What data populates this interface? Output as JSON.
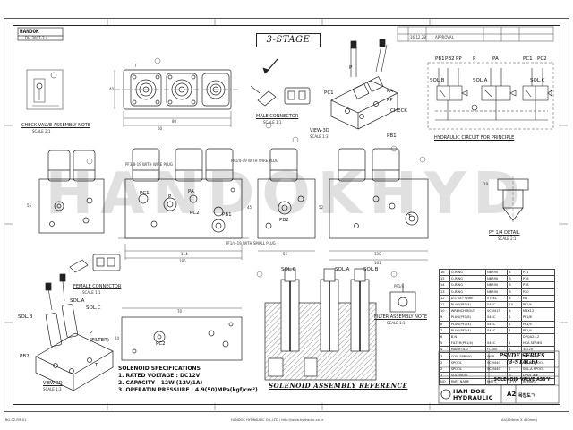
{
  "sheet_title": "3-STAGE",
  "watermark": "HANDOKHYD",
  "corner_logo": "HANDOK",
  "corner_sub": "DH 3007-3 4",
  "revision": {
    "date": "16.12.28",
    "note": "APPROVAL"
  },
  "views": {
    "check_valve_note": "CHECK VALVE ASSEMBLY NOTE",
    "check_valve_scale": "SCALE 2:1",
    "male_connector": "MALE CONNECTOR",
    "male_connector_scale": "SCALE 1:1",
    "view_3d_top": "VIEW-3D",
    "view_3d_top_scale": "SCALE 1:3",
    "female_connector": "FEMALE CONNECTOR",
    "female_connector_scale": "SCALE 1:1",
    "view_3d_bottom": "VIEW-3D",
    "view_3d_bottom_scale": "SCALE 1:3",
    "filter_note": "FILTER ASSEMBLY NOTE",
    "filter_note_scale": "SCALE 1:1",
    "pf_detail": "PF 1/4 DETAIL",
    "pf_detail_scale": "SCALE 2:1",
    "pf14": "PF1/4",
    "pf38_wire": "PF3/8-19 WITH WIRE PLUG",
    "pf38_wire2": "PF1/4-19 WITH WIRE PLUG",
    "pf38_plug": "PF1/4-19 WITH SMALL PLUG"
  },
  "port_labels": {
    "pc1": "PC1",
    "pc2": "PC2",
    "pa": "PA",
    "pb1": "PB1",
    "pb2": "PB2",
    "p": "P",
    "pp": "PP",
    "t": "T",
    "check": "CHECK",
    "p_filter": "(FILTER)",
    "sol_a": "SOL.A",
    "sol_b": "SOL.B",
    "sol_c": "SOL.C"
  },
  "hydraulic": {
    "caption": "HYDRAULIC CIRCUIT FOR PRINCIPLE",
    "ports": [
      "PB1",
      "PB2",
      "PP",
      "P",
      "PA",
      "PC1",
      "PC2"
    ],
    "solenoids": [
      "SOL.B",
      "SOL.A",
      "SOL.C"
    ]
  },
  "dimensions": {
    "d80": "80",
    "d60": "60",
    "d40": "40",
    "d114": "114",
    "d185": "185",
    "d56": "56",
    "d130": "130",
    "d7": "7",
    "d55": "55",
    "d70": "70",
    "d161": "161",
    "d24": "24",
    "d45": "45",
    "d52": "52",
    "d19": "19"
  },
  "section_labels": {
    "sol_c": "SOL.C",
    "sol_a": "SOL.A",
    "sol_b": "SOL.B"
  },
  "specs": {
    "title": "SOLENOID SPECIFICATIONS",
    "line1": "1. RATED VOLTAGE : DC12V",
    "line2": "2. CAPACITY : 12W (12V/1A)",
    "line3": "3. OPERATIN PRESSURE : 4.9(50)MPa(kgf/cm²)"
  },
  "assembly_reference": "SOLENOID ASSEMBLY REFERENCE",
  "bom": [
    [
      "16",
      "O-RING",
      "NBR90",
      "4",
      "P11"
    ],
    [
      "15",
      "O-RING",
      "NBR90",
      "3",
      "P16"
    ],
    [
      "14",
      "O-RING",
      "NBR90",
      "3",
      "P18"
    ],
    [
      "13",
      "O-RING",
      "NBR90",
      "3",
      "P20"
    ],
    [
      "12",
      "D.C SET WIRE",
      "STEEL",
      "4",
      "M4"
    ],
    [
      "11",
      "PLUG(PF1/4)",
      "S45C",
      "10",
      "PF1/4"
    ],
    [
      "10",
      "WRENCH BOLT",
      "SCM415",
      "4",
      "M4X12"
    ],
    [
      "9",
      "PLUG(PF1/8)",
      "S45C",
      "1",
      "PF1/8"
    ],
    [
      "8",
      "PLUG(PF1/4)",
      "S45C",
      "1",
      "PF1/4"
    ],
    [
      "7",
      "PLUG(PF1/4)",
      "S45C",
      "1",
      "PF1/4"
    ],
    [
      "6",
      "B.N",
      "",
      "",
      "DPQA24-2"
    ],
    [
      "5",
      "FILTER(PF1/4)",
      "S45C",
      "1",
      "HCA SERIES"
    ],
    [
      "4",
      "MANIFOLD",
      "FC300",
      "1",
      "3AT20"
    ],
    [
      "3",
      "COIL SPRING",
      "SWP",
      "3",
      "OPT3 ##"
    ],
    [
      "2",
      "SPOOL",
      "SCM440",
      "1",
      "SOL.C SPOOL"
    ],
    [
      "2",
      "SPOOL",
      "SCM440",
      "1",
      "SOL.A SPOOL"
    ],
    [
      "1",
      "SOLENOID",
      "",
      "3",
      "DPQ1 ##"
    ]
  ],
  "bom_header": [
    "NO",
    "PART NAME",
    "MAT'L",
    "Q'TY",
    "REMARK"
  ],
  "title_block": {
    "series_line1": "PSVDE SERIES",
    "series_line2": "(3-STAGE)",
    "drawing_name": "SOLENOID VALVE ASS'Y",
    "company_line1": "HAN DOK",
    "company_line2": "HYDRAULIC",
    "size": "A2",
    "dwg_no": "목장도ㄱ"
  },
  "footer": {
    "left": "BG-02-FM-01",
    "center": "HANDOK HYDRAULIC CO.,LTD / http://www.hydraulic.co.kr",
    "right": "A4(294mm X 420mm)"
  }
}
